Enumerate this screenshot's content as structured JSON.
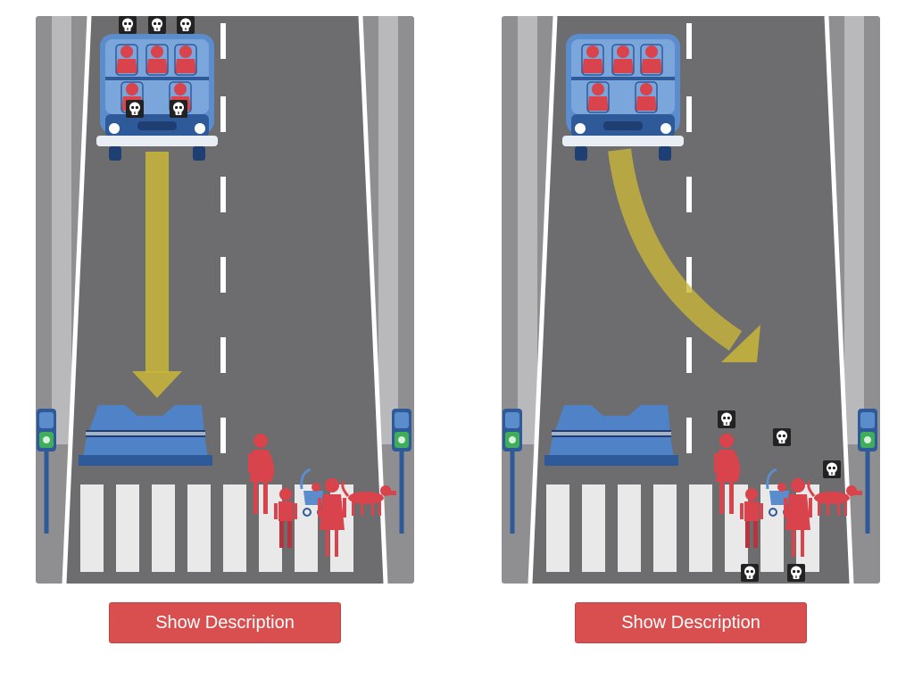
{
  "scenarios": [
    {
      "id": "left",
      "button_label": "Show Description"
    },
    {
      "id": "right",
      "button_label": "Show Description"
    }
  ],
  "icons": {
    "car": "car-icon",
    "skull": "skull-icon",
    "barrier": "barrier-icon",
    "traffic_light": "pedestrian-signal-icon",
    "arrow": "trajectory-arrow-icon",
    "dog": "dog-icon",
    "stroller": "stroller-icon"
  },
  "colors": {
    "road": "#6d6c6e",
    "curb": "#8f8e90",
    "lane_line": "#ffffff",
    "car_body": "#5b8ccc",
    "car_dark": "#2f5a9a",
    "person": "#d9434b",
    "arrow": "#c9b63a",
    "button": "#d94f4f",
    "crosswalk": "#e9e9ea"
  }
}
